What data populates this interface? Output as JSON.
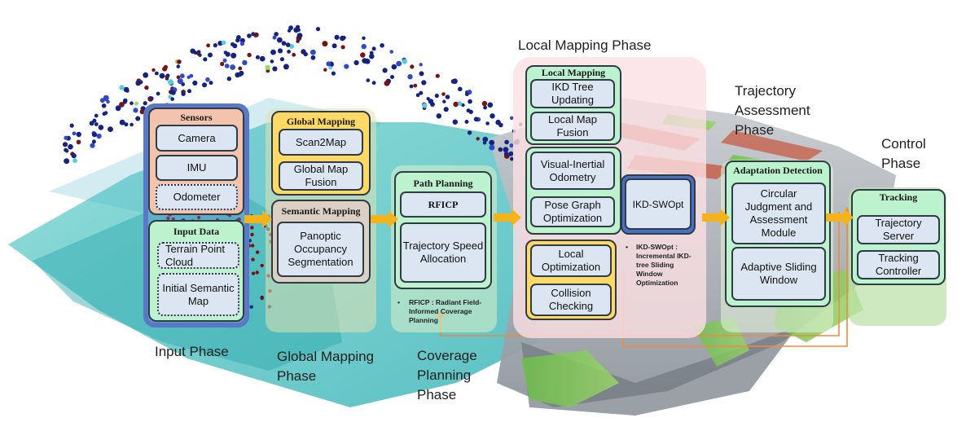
{
  "phases": {
    "input": "Input Phase",
    "global_mapping_1": "Global Mapping",
    "global_mapping_2": "Phase",
    "coverage_1": "Coverage",
    "coverage_2": "Planning",
    "coverage_3": "Phase",
    "local_mapping": "Local Mapping Phase",
    "trajectory_1": "Trajectory",
    "trajectory_2": "Assessment",
    "trajectory_3": "Phase",
    "control_1": "Control",
    "control_2": "Phase"
  },
  "input": {
    "sensors_title": "Sensors",
    "camera": "Camera",
    "imu": "IMU",
    "odometer": "Odometer",
    "input_data_title": "Input Data",
    "terrain_point_cloud": "Terrain Point Cloud",
    "initial_semantic_map": "Initial Semantic Map"
  },
  "global": {
    "global_mapping_title": "Global Mapping",
    "scan2map": "Scan2Map",
    "global_map_fusion": "Global Map Fusion",
    "semantic_mapping_title": "Semantic Mapping",
    "panoptic": "Panoptic Occupancy Segmentation"
  },
  "coverage": {
    "path_planning_title": "Path Planning",
    "rficp": "RFICP",
    "trajectory_speed": "Trajectory Speed Allocation",
    "note_bullet": "•",
    "note": "RFICP : Radiant Field-Informed Coverage Planning"
  },
  "local": {
    "local_mapping_title": "Local Mapping",
    "ikd_tree_updating": "IKD Tree Updating",
    "local_map_fusion": "Local Map Fusion",
    "vio": "Visual-Inertial Odometry",
    "pose_graph": "Pose Graph Optimization",
    "local_optimization": "Local Optimization",
    "collision_checking": "Collision Checking",
    "ikd_swopt": "IKD-SWOpt",
    "note_bullet": "•",
    "note": "IKD-SWOpt : Incremental IKD-tree Sliding Window Optimization"
  },
  "assessment": {
    "adaptation_title": "Adaptation Detection",
    "circular": "Circular Judgment and Assessment Module",
    "adaptive": "Adaptive Sliding Window"
  },
  "control": {
    "tracking_title": "Tracking",
    "trajectory_server": "Trajectory Server",
    "tracking_controller": "Tracking Controller"
  },
  "colors": {
    "arrow": "#f5b31b",
    "feedback_line": "#ef8a3c",
    "sensors_fill": "#f4c3ad",
    "input_group_border": "#5a78c6",
    "green_panel": "#bdf2cf",
    "yellow_panel": "#ffd966",
    "semantic_fill": "#dccfc4",
    "box_fill": "#dbe6f2",
    "pink_panel": "#fbe0e3",
    "ikd_fill": "#4a70c4"
  }
}
